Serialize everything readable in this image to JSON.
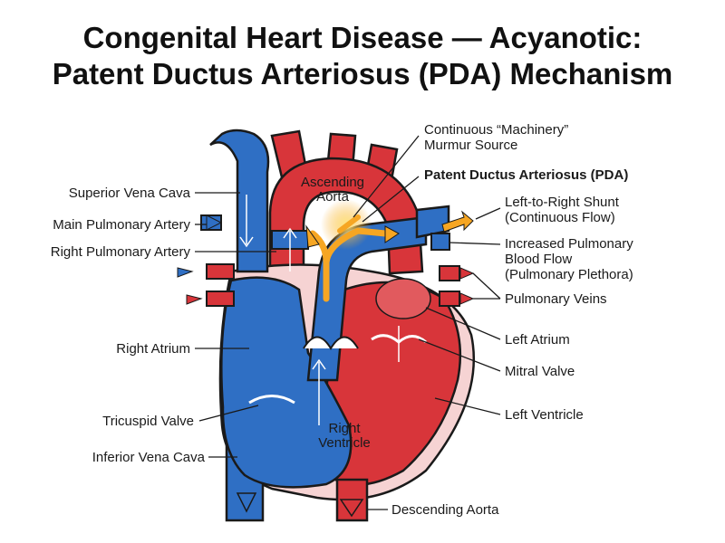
{
  "title": {
    "line1": "Congenital Heart Disease — Acyanotic:",
    "line2": "Patent Ductus Arteriosus (PDA) Mechanism"
  },
  "labels_left": {
    "svc": "Superior Vena Cava",
    "mpa": "Main Pulmonary Artery",
    "rpa": "Right Pulmonary Artery",
    "ra": "Right Atrium",
    "tricuspid": "Tricuspid Valve",
    "ivc": "Inferior Vena Cava"
  },
  "labels_right": {
    "murmur_line1": "Continuous “Machinery”",
    "murmur_line2": "Murmur Source",
    "pda": "Patent Ductus Arteriosus (PDA)",
    "shunt_line1": "Left-to-Right Shunt",
    "shunt_line2": "(Continuous Flow)",
    "flow_line1": "Increased Pulmonary",
    "flow_line2": "Blood Flow",
    "flow_line3": "(Pulmonary Plethora)",
    "pv": "Pulmonary Veins",
    "la": "Left Atrium",
    "mitral": "Mitral Valve",
    "lv": "Left Ventricle",
    "desc_aorta": "Descending Aorta"
  },
  "inner_labels": {
    "asc_aorta_line1": "Ascending",
    "asc_aorta_line2": "Aorta",
    "rv_line1": "Right",
    "rv_line2": "Ventricle"
  },
  "colors": {
    "oxygenated": "#d8353a",
    "deoxygenated": "#2f6fc4",
    "myocardium": "#f6d3d3",
    "shunt": "#f6a623",
    "outline": "#1a1a1a"
  }
}
